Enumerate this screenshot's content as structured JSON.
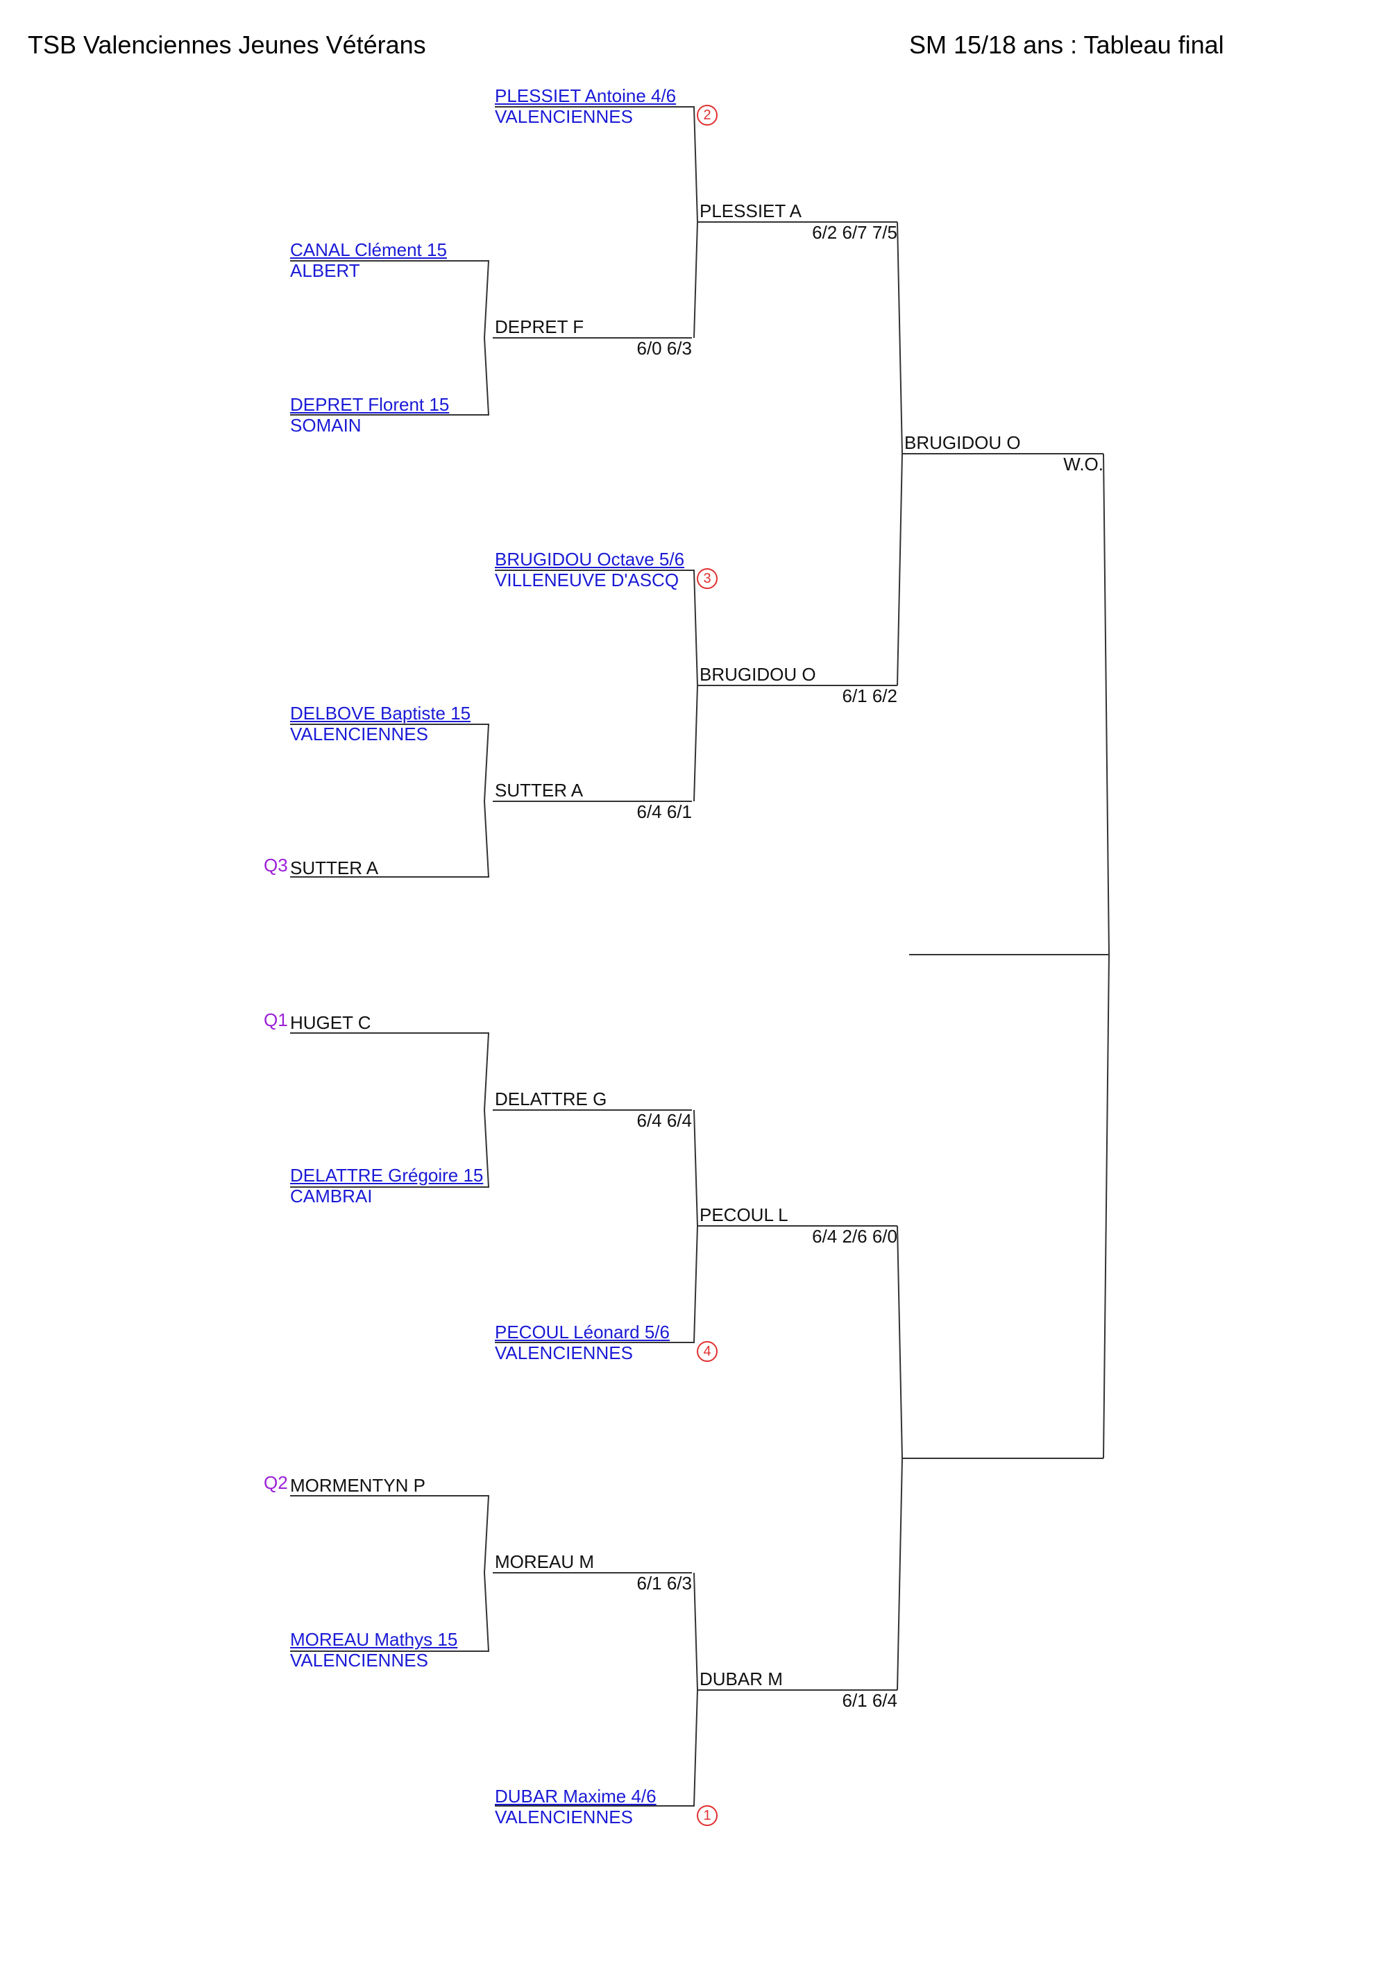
{
  "header": {
    "left_title": "TSB Valenciennes Jeunes Vétérans",
    "right_title": "SM 15/18 ans : Tableau final"
  },
  "round1": {
    "players": [
      {
        "name": "CANAL Clément 15",
        "club": "ALBERT"
      },
      {
        "name": "DEPRET Florent 15",
        "club": "SOMAIN"
      },
      {
        "name": "DELBOVE Baptiste 15",
        "club": "VALENCIENNES"
      },
      {
        "qualifier": "Q3",
        "name": "SUTTER A"
      },
      {
        "qualifier": "Q1",
        "name": "HUGET C"
      },
      {
        "name": "DELATTRE Grégoire 15",
        "club": "CAMBRAI"
      },
      {
        "qualifier": "Q2",
        "name": "MORMENTYN P"
      },
      {
        "name": "MOREAU Mathys 15",
        "club": "VALENCIENNES"
      }
    ],
    "winners": [
      {
        "name": "DEPRET F",
        "score": "6/0 6/3"
      },
      {
        "name": "SUTTER A",
        "score": "6/4 6/1"
      },
      {
        "name": "DELATTRE G",
        "score": "6/4 6/4"
      },
      {
        "name": "MOREAU M",
        "score": "6/1 6/3"
      }
    ]
  },
  "seeds": [
    {
      "name": "PLESSIET Antoine 4/6",
      "club": "VALENCIENNES",
      "seed": "2"
    },
    {
      "name": "BRUGIDOU Octave 5/6",
      "club": "VILLENEUVE D'ASCQ",
      "seed": "3"
    },
    {
      "name": "PECOUL Léonard 5/6",
      "club": "VALENCIENNES",
      "seed": "4"
    },
    {
      "name": "DUBAR Maxime 4/6",
      "club": "VALENCIENNES",
      "seed": "1"
    }
  ],
  "quarterfinals": [
    {
      "name": "PLESSIET A",
      "score": "6/2 6/7 7/5"
    },
    {
      "name": "BRUGIDOU O",
      "score": "6/1 6/2"
    },
    {
      "name": "PECOUL L",
      "score": "6/4 2/6 6/0"
    },
    {
      "name": "DUBAR M",
      "score": "6/1 6/4"
    }
  ],
  "semifinals": [
    {
      "name": "BRUGIDOU O",
      "score": "W.O."
    }
  ]
}
